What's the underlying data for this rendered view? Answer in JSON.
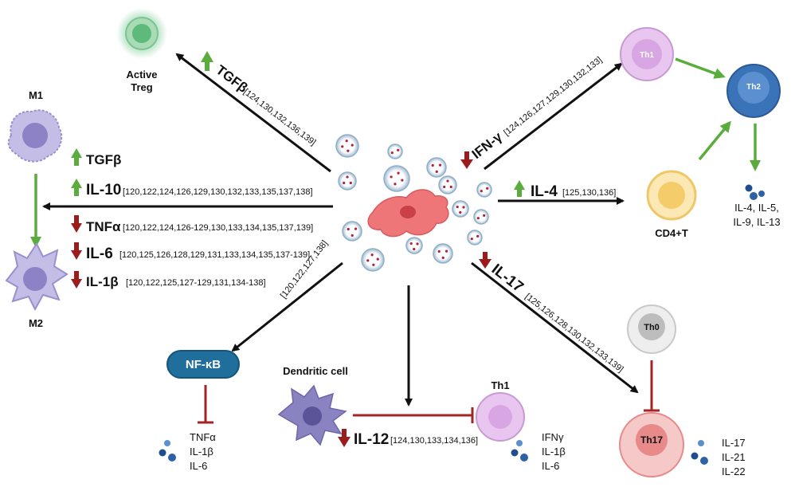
{
  "cells": {
    "active_treg": [
      "Active",
      "Treg"
    ],
    "m1": "M1",
    "m2": "M2",
    "th1_top": "Th1",
    "th2": "Th2",
    "cd4": "CD4+T",
    "th0": "Th0",
    "th17": "Th17",
    "th1_bottom": "Th1",
    "dendritic": "Dendritic cell",
    "nfkb": "NF-κB"
  },
  "pathways": {
    "tgfb_treg": {
      "name": "TGFβ",
      "refs": "[124,130,132,136,139]",
      "direction": "up"
    },
    "ifng": {
      "name": "IFN-γ",
      "refs": "[124,126,127,129,130,132,133]",
      "direction": "down"
    },
    "il4": {
      "name": "IL-4",
      "refs": "[125,130,136]",
      "direction": "up"
    },
    "il17": {
      "name": "IL-17",
      "refs": "[125,126,128,130,132,133,139]",
      "direction": "down"
    },
    "nfkb_refs": "[120,122,127,138]",
    "il12": {
      "name": "IL-12",
      "refs": "[124,130,133,134,136]",
      "direction": "down"
    }
  },
  "macrophage_list": [
    {
      "name": "TGFβ",
      "refs": "",
      "direction": "up"
    },
    {
      "name": "IL-10",
      "refs": "[120,122,124,126,129,130,132,133,135,137,138]",
      "direction": "up"
    },
    {
      "name": "TNFα",
      "refs": "[120,122,124,126-129,130,133,134,135,137,139]",
      "direction": "down"
    },
    {
      "name": "IL-6",
      "refs": "[120,125,126,128,129,131,133,134,135,137-139]",
      "direction": "down"
    },
    {
      "name": "IL-1β",
      "refs": "[120,122,125,127-129,131,134-138]",
      "direction": "down"
    }
  ],
  "outputs": {
    "th2": [
      "IL-4, IL-5,",
      "IL-9, IL-13"
    ],
    "nfkb": [
      "TNFα",
      "IL-1β",
      "IL-6"
    ],
    "th1": [
      "IFNγ",
      "IL-1β",
      "IL-6"
    ],
    "th17": [
      "IL-17",
      "IL-21",
      "IL-22"
    ]
  },
  "colors": {
    "up": "#5aad3d",
    "down": "#9b1c1c",
    "inhibit": "#a32626",
    "arrow": "#111111",
    "nfkb": "#1f6e9c",
    "treg": "#5dba7a",
    "th2": "#3a73b8",
    "cd4": "#f4cc6a",
    "th17": "#e8898a",
    "macrophage": "#a99ed8",
    "dendritic": "#7f78b8",
    "msc": "#ef7678",
    "th1": "#d9a6e4",
    "th0": "#bdbdbd"
  }
}
